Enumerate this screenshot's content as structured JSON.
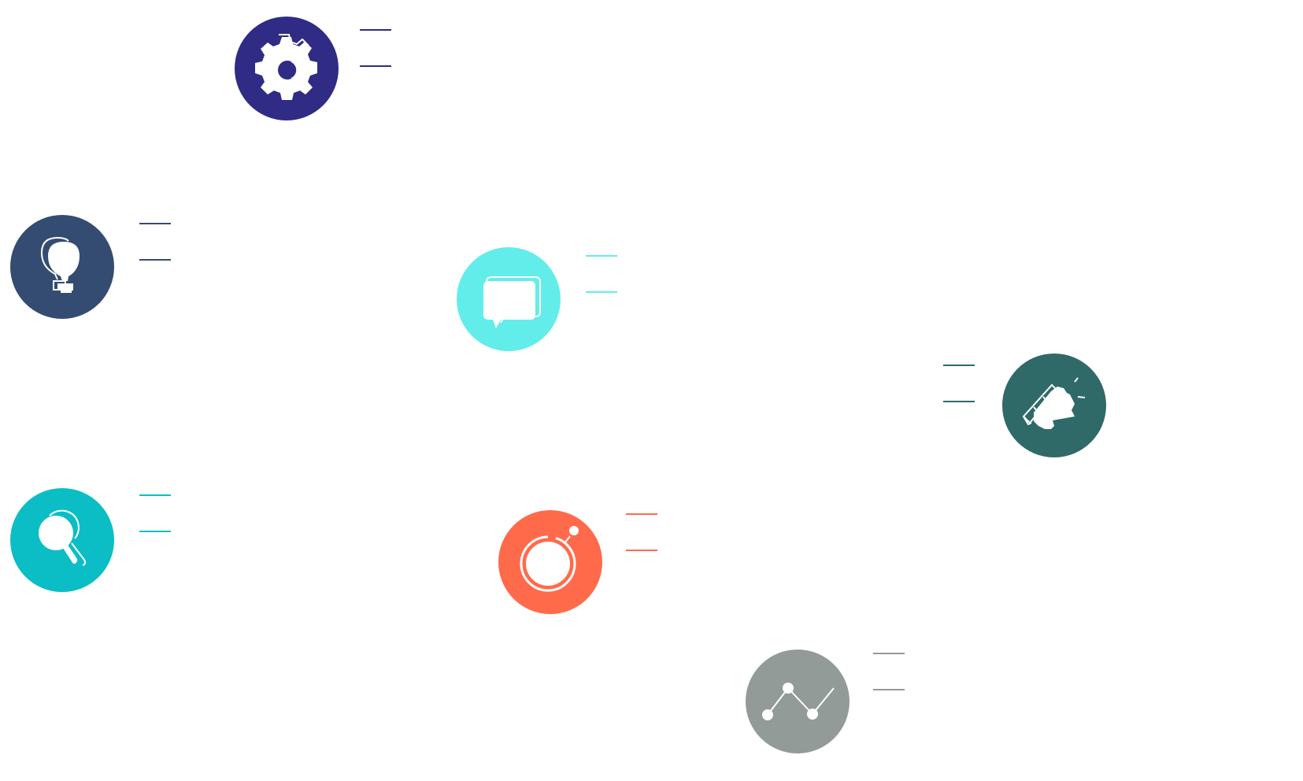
{
  "diagram": {
    "nodes": [
      {
        "id": "gear",
        "icon": "gear-icon",
        "color": "#302B85",
        "title": "",
        "subtitle": ""
      },
      {
        "id": "lightbulb",
        "icon": "lightbulb-icon",
        "color": "#344C72",
        "title": "",
        "subtitle": ""
      },
      {
        "id": "chat",
        "icon": "chat-bubble-icon",
        "color": "#62EDEB",
        "title": "",
        "subtitle": ""
      },
      {
        "id": "megaphone",
        "icon": "megaphone-icon",
        "color": "#2F6A69",
        "title": "",
        "subtitle": ""
      },
      {
        "id": "search",
        "icon": "magnifier-icon",
        "color": "#0BBEC6",
        "title": "",
        "subtitle": ""
      },
      {
        "id": "target",
        "icon": "ring-target-icon",
        "color": "#FF6B4A",
        "title": "",
        "subtitle": ""
      },
      {
        "id": "analytics",
        "icon": "line-chart-icon",
        "color": "#939B99",
        "title": "",
        "subtitle": ""
      }
    ]
  }
}
